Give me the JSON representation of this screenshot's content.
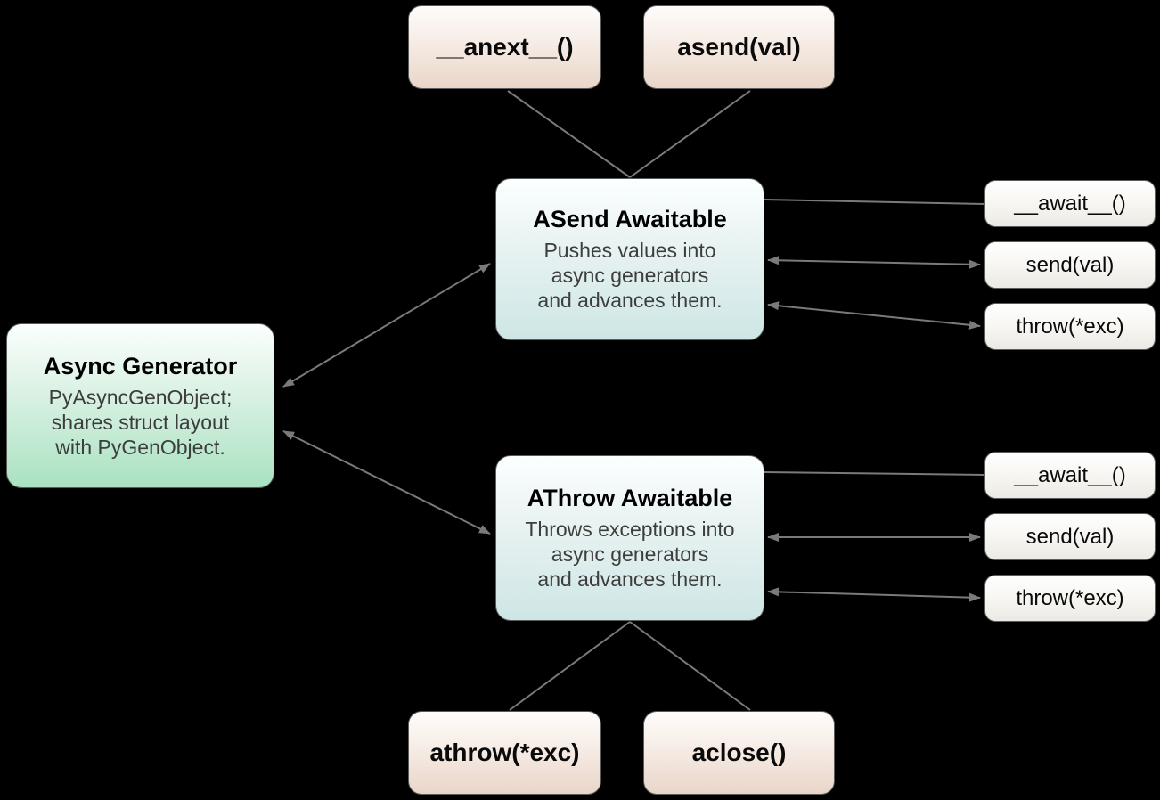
{
  "diagram": {
    "background_color": "#000000",
    "arrow_color": "#7a7a7a",
    "node_colors": {
      "method_pill_peach": "#e9d6c8",
      "awaitable_blue": "#cde6e5",
      "generator_green": "#a9e2c1",
      "small_method_gray": "#ebeae4"
    },
    "nodes": {
      "anext": {
        "label": "__anext__()"
      },
      "asend": {
        "label": "asend(val)"
      },
      "asend_awaitable": {
        "title": "ASend Awaitable",
        "body": [
          "Pushes values into",
          "async generators",
          "and advances them."
        ]
      },
      "async_generator": {
        "title": "Async Generator",
        "body": [
          "PyAsyncGenObject;",
          "shares struct layout",
          "with PyGenObject."
        ]
      },
      "athrow_awaitable": {
        "title": "AThrow Awaitable",
        "body": [
          "Throws exceptions into",
          "async generators",
          "and advances them."
        ]
      },
      "asend_methods": {
        "await": "__await__()",
        "send": "send(val)",
        "throw": "throw(*exc)"
      },
      "athrow_methods": {
        "await": "__await__()",
        "send": "send(val)",
        "throw": "throw(*exc)"
      },
      "athrow_exc": {
        "label": "athrow(*exc)"
      },
      "aclose": {
        "label": "aclose()"
      }
    }
  }
}
